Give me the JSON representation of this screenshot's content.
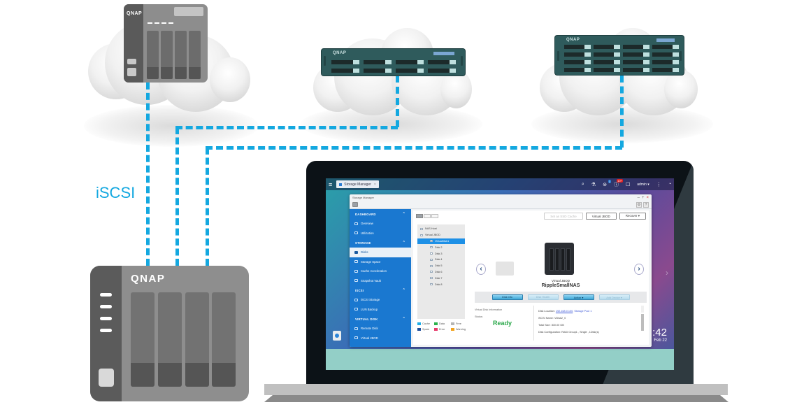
{
  "diagram": {
    "connection_label": "iSCSI",
    "line_color": "#14a8e0",
    "devices": {
      "tower_top": {
        "brand": "QNAP"
      },
      "rack_middle": {
        "brand": "QNAP"
      },
      "rack_right": {
        "brand": "QNAP"
      },
      "tower_big": {
        "brand": "QNAP"
      }
    }
  },
  "taskbar": {
    "tab_label": "Storage Manager",
    "user": "admin ▾",
    "notification_badge": "1",
    "alert_badge": "10+"
  },
  "window": {
    "title": "Storage Manager",
    "controls": {
      "minimize": "–",
      "maximize": "+",
      "close": "×"
    },
    "help": "?"
  },
  "sidebar": {
    "sections": [
      {
        "label": "DASHBOARD",
        "items": [
          "Overview",
          "Utilization"
        ]
      },
      {
        "label": "STORAGE",
        "items": [
          "Disks",
          "Storage Space",
          "Cache Acceleration",
          "Snapshot Vault"
        ]
      },
      {
        "label": "iSCSI",
        "items": [
          "iSCSI Storage",
          "LUN Backup"
        ]
      },
      {
        "label": "VIRTUAL DISK",
        "items": [
          "Remote Disk",
          "Virtual JBOD"
        ]
      }
    ],
    "active_item": "Disks"
  },
  "toolbar": {
    "set_ssd_cache": "Set as SSD Cache",
    "virtual_jbod": "Virtual JBOD",
    "recover": "Recover ▾"
  },
  "tree": {
    "rows": [
      {
        "label": "NAS Host",
        "level": 1
      },
      {
        "label": "Virtual JBOD",
        "level": 1
      },
      {
        "label": "VirtualDisk1",
        "level": 2,
        "selected": true
      },
      {
        "label": "Disk 2",
        "level": 2
      },
      {
        "label": "Disk 3",
        "level": 2
      },
      {
        "label": "Disk 4",
        "level": 2
      },
      {
        "label": "Disk 5",
        "level": 2
      },
      {
        "label": "Disk 6",
        "level": 2
      },
      {
        "label": "Disk 7",
        "level": 2
      },
      {
        "label": "Disk 8",
        "level": 2
      }
    ]
  },
  "device": {
    "type": "Virtual JBOD",
    "name": "RippleSmallNAS"
  },
  "device_buttons": {
    "disk_info": "Disk Info",
    "disk_health": "Disk Health",
    "action": "Action ▾",
    "add_device": "Add Device ▾"
  },
  "legend": [
    {
      "label": "Cache",
      "color": "#1eaee8"
    },
    {
      "label": "Data",
      "color": "#2bb24c"
    },
    {
      "label": "Free",
      "color": "#b5b5b5"
    },
    {
      "label": "Spare",
      "color": "#1f4e9a"
    },
    {
      "label": "Error",
      "color": "#e8386a"
    },
    {
      "label": "Warning",
      "color": "#f2a21c"
    }
  ],
  "info": {
    "section_title": "Virtual Disk Information",
    "status_label": "Status:",
    "status_value": "Ready",
    "status_color": "#2aa84a",
    "disk_location_label": "Disk Location:",
    "disk_location_ip": "192.168.0.100",
    "disk_location_pool": ", Storage Pool 1",
    "iscsi_name": "iSCSI Name: VDisk2_0",
    "total_size": "Total Size: 300.00 GB",
    "disk_configuration": "Disk Configuration: RAID Group1 , Single , 1Disk(s)"
  },
  "desktop": {
    "clock_time": ":42",
    "clock_date": "Feb 22"
  }
}
